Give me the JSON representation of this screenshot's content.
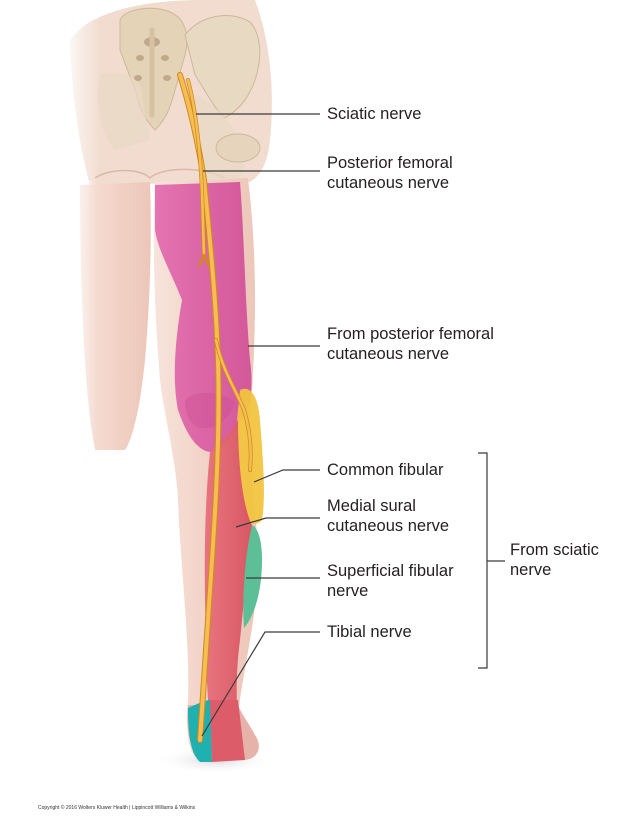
{
  "figure": {
    "subject": "Posterior view of lower limb cutaneous innervation",
    "copyright": "Copyright © 2016 Wolters Kluwer Health | Lippincott Williams & Wilkins"
  },
  "labels": {
    "sciatic": "Sciatic nerve",
    "post_fem_line1": "Posterior femoral",
    "post_fem_line2": "cutaneous nerve",
    "from_post_fem_line1": "From posterior femoral",
    "from_post_fem_line2": "cutaneous nerve",
    "common_fibular": "Common fibular",
    "medial_sural_line1": "Medial sural",
    "medial_sural_line2": "cutaneous nerve",
    "superficial_fibular_line1": "Superficial fibular",
    "superficial_fibular_line2": "nerve",
    "tibial": "Tibial nerve",
    "from_sciatic_line1": "From sciatic",
    "from_sciatic_line2": "nerve"
  },
  "colors": {
    "skin": "#f3d9cf",
    "skin_shade": "#e9c2b6",
    "bone": "#e6d6bd",
    "nerve": "#f4b13b",
    "posterior_femoral_region": "#d9559e",
    "common_fibular_region": "#f1c440",
    "medial_sural_region": "#dd5e6a",
    "superficial_fibular_region": "#5cbf95",
    "tibial_region": "#1fb0b0",
    "leader_line": "#3a3a3a"
  }
}
